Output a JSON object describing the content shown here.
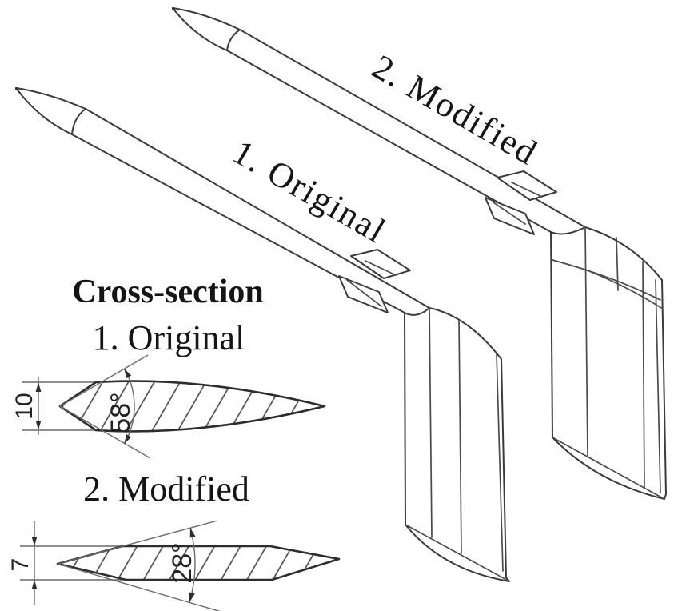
{
  "diagram": {
    "background": "#ffffff",
    "line_color": "#3b3b3b",
    "text_color": "#151515",
    "projectile_labels": {
      "original": "1. Original",
      "modified": "2. Modified"
    },
    "cross_section": {
      "title": "Cross-section",
      "sections": [
        {
          "label": "1. Original",
          "thickness": "10",
          "tip_angle": "58°"
        },
        {
          "label": "2. Modified",
          "thickness": "7",
          "tip_angle": "28°"
        }
      ]
    }
  }
}
